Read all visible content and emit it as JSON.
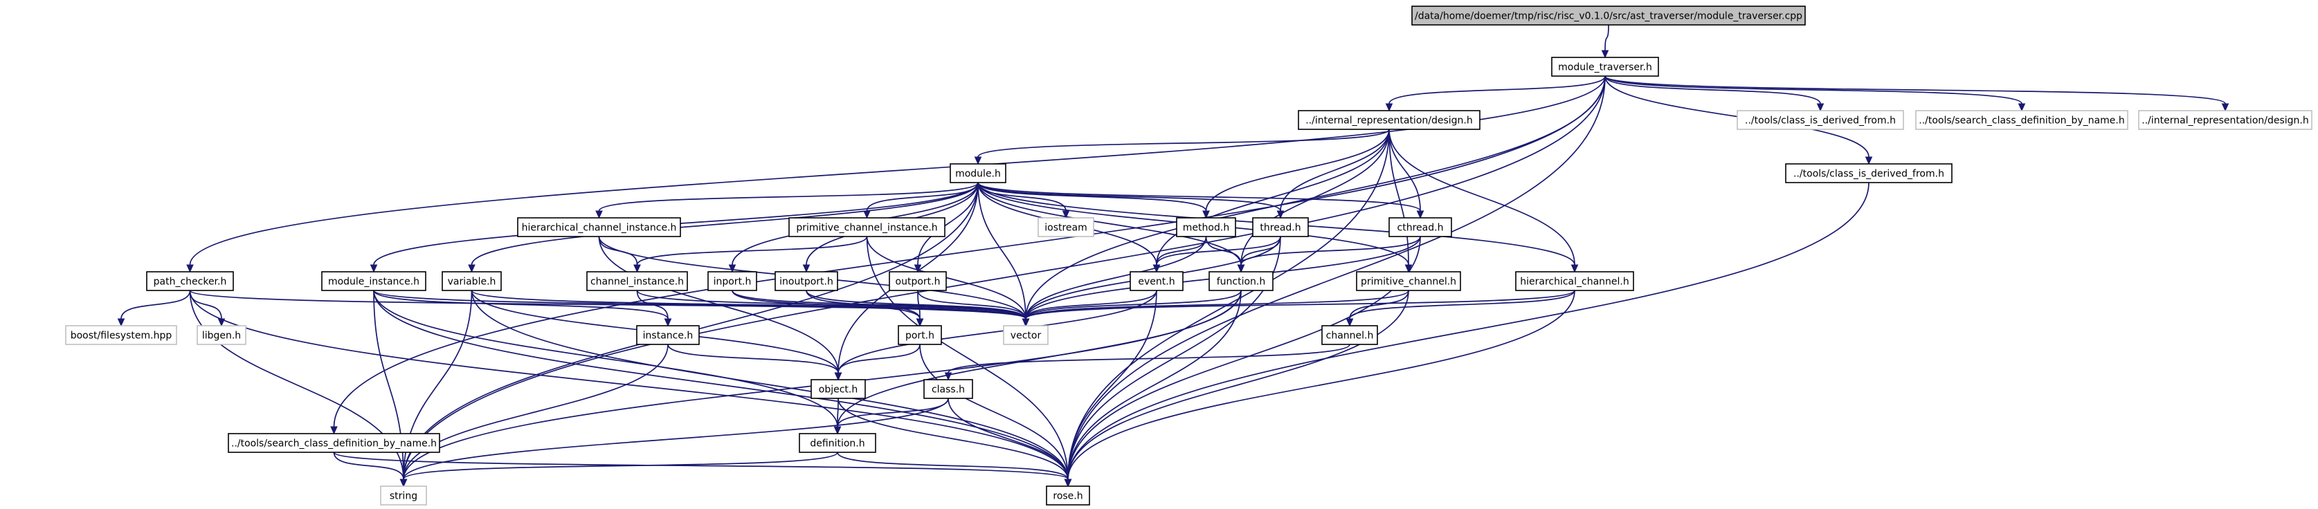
{
  "graph": {
    "nodes": [
      {
        "id": "root",
        "label": "/data/home/doemer/tmp/risc/risc_v0.1.0/src/ast_traverser/module_traverser.cpp",
        "kind": "root"
      },
      {
        "id": "module_traverser_h",
        "label": "module_traverser.h"
      },
      {
        "id": "design_h",
        "label": "../internal_representation/design.h"
      },
      {
        "id": "class_is_derived_ext",
        "label": "../tools/class_is_derived_from.h",
        "kind": "external"
      },
      {
        "id": "search_class_ext",
        "label": "../tools/search_class_definition_by_name.h",
        "kind": "external"
      },
      {
        "id": "design_ext",
        "label": "../internal_representation/design.h",
        "kind": "external"
      },
      {
        "id": "class_is_derived_h",
        "label": "../tools/class_is_derived_from.h"
      },
      {
        "id": "module_h",
        "label": "module.h"
      },
      {
        "id": "hier_chan_inst_h",
        "label": "hierarchical_channel_instance.h"
      },
      {
        "id": "prim_chan_inst_h",
        "label": "primitive_channel_instance.h"
      },
      {
        "id": "iostream",
        "label": "iostream",
        "kind": "external"
      },
      {
        "id": "method_h",
        "label": "method.h"
      },
      {
        "id": "thread_h",
        "label": "thread.h"
      },
      {
        "id": "cthread_h",
        "label": "cthread.h"
      },
      {
        "id": "path_checker_h",
        "label": "path_checker.h"
      },
      {
        "id": "module_instance_h",
        "label": "module_instance.h"
      },
      {
        "id": "variable_h",
        "label": "variable.h"
      },
      {
        "id": "chan_inst_h",
        "label": "channel_instance.h"
      },
      {
        "id": "inport_h",
        "label": "inport.h"
      },
      {
        "id": "inoutport_h",
        "label": "inoutport.h"
      },
      {
        "id": "outport_h",
        "label": "outport.h"
      },
      {
        "id": "event_h",
        "label": "event.h"
      },
      {
        "id": "function_h",
        "label": "function.h"
      },
      {
        "id": "prim_chan_h",
        "label": "primitive_channel.h"
      },
      {
        "id": "hier_chan_h",
        "label": "hierarchical_channel.h"
      },
      {
        "id": "boost_fs",
        "label": "boost/filesystem.hpp",
        "kind": "external"
      },
      {
        "id": "libgen",
        "label": "libgen.h",
        "kind": "external"
      },
      {
        "id": "instance_h",
        "label": "instance.h"
      },
      {
        "id": "port_h",
        "label": "port.h"
      },
      {
        "id": "vector",
        "label": "vector",
        "kind": "external"
      },
      {
        "id": "channel_h",
        "label": "channel.h"
      },
      {
        "id": "object_h",
        "label": "object.h"
      },
      {
        "id": "class_h",
        "label": "class.h"
      },
      {
        "id": "search_class_h",
        "label": "../tools/search_class_definition_by_name.h"
      },
      {
        "id": "definition_h",
        "label": "definition.h"
      },
      {
        "id": "string",
        "label": "string",
        "kind": "external"
      },
      {
        "id": "rose_h",
        "label": "rose.h"
      }
    ],
    "edges": [
      [
        "root",
        "module_traverser_h"
      ],
      [
        "module_traverser_h",
        "design_h"
      ],
      [
        "module_traverser_h",
        "class_is_derived_ext"
      ],
      [
        "module_traverser_h",
        "search_class_ext"
      ],
      [
        "module_traverser_h",
        "design_ext"
      ],
      [
        "module_traverser_h",
        "class_is_derived_h"
      ],
      [
        "module_traverser_h",
        "path_checker_h"
      ],
      [
        "module_traverser_h",
        "search_class_h"
      ],
      [
        "module_traverser_h",
        "string"
      ],
      [
        "module_traverser_h",
        "rose_h"
      ],
      [
        "module_traverser_h",
        "vector"
      ],
      [
        "design_h",
        "module_h"
      ],
      [
        "design_h",
        "method_h"
      ],
      [
        "design_h",
        "thread_h"
      ],
      [
        "design_h",
        "cthread_h"
      ],
      [
        "design_h",
        "event_h"
      ],
      [
        "design_h",
        "function_h"
      ],
      [
        "design_h",
        "prim_chan_h"
      ],
      [
        "design_h",
        "hier_chan_h"
      ],
      [
        "design_h",
        "rose_h"
      ],
      [
        "class_is_derived_h",
        "rose_h"
      ],
      [
        "module_h",
        "hier_chan_inst_h"
      ],
      [
        "module_h",
        "prim_chan_inst_h"
      ],
      [
        "module_h",
        "iostream"
      ],
      [
        "module_h",
        "method_h"
      ],
      [
        "module_h",
        "thread_h"
      ],
      [
        "module_h",
        "cthread_h"
      ],
      [
        "module_h",
        "module_instance_h"
      ],
      [
        "module_h",
        "variable_h"
      ],
      [
        "module_h",
        "inport_h"
      ],
      [
        "module_h",
        "inoutport_h"
      ],
      [
        "module_h",
        "outport_h"
      ],
      [
        "module_h",
        "event_h"
      ],
      [
        "module_h",
        "function_h"
      ],
      [
        "module_h",
        "prim_chan_h"
      ],
      [
        "module_h",
        "hier_chan_h"
      ],
      [
        "module_h",
        "vector"
      ],
      [
        "module_h",
        "string"
      ],
      [
        "module_h",
        "object_h"
      ],
      [
        "hier_chan_inst_h",
        "chan_inst_h"
      ],
      [
        "hier_chan_inst_h",
        "vector"
      ],
      [
        "hier_chan_inst_h",
        "object_h"
      ],
      [
        "prim_chan_inst_h",
        "chan_inst_h"
      ],
      [
        "prim_chan_inst_h",
        "vector"
      ],
      [
        "prim_chan_inst_h",
        "rose_h"
      ],
      [
        "method_h",
        "event_h"
      ],
      [
        "method_h",
        "function_h"
      ],
      [
        "method_h",
        "vector"
      ],
      [
        "thread_h",
        "event_h"
      ],
      [
        "thread_h",
        "function_h"
      ],
      [
        "thread_h",
        "vector"
      ],
      [
        "thread_h",
        "rose_h"
      ],
      [
        "cthread_h",
        "function_h"
      ],
      [
        "cthread_h",
        "vector"
      ],
      [
        "cthread_h",
        "rose_h"
      ],
      [
        "path_checker_h",
        "boost_fs"
      ],
      [
        "path_checker_h",
        "libgen"
      ],
      [
        "path_checker_h",
        "string"
      ],
      [
        "path_checker_h",
        "vector"
      ],
      [
        "path_checker_h",
        "rose_h"
      ],
      [
        "module_instance_h",
        "instance_h"
      ],
      [
        "module_instance_h",
        "definition_h"
      ],
      [
        "module_instance_h",
        "string"
      ],
      [
        "module_instance_h",
        "rose_h"
      ],
      [
        "module_instance_h",
        "vector"
      ],
      [
        "variable_h",
        "string"
      ],
      [
        "variable_h",
        "rose_h"
      ],
      [
        "variable_h",
        "vector"
      ],
      [
        "variable_h",
        "object_h"
      ],
      [
        "chan_inst_h",
        "instance_h"
      ],
      [
        "chan_inst_h",
        "vector"
      ],
      [
        "inport_h",
        "port_h"
      ],
      [
        "inport_h",
        "vector"
      ],
      [
        "inoutport_h",
        "port_h"
      ],
      [
        "inoutport_h",
        "vector"
      ],
      [
        "outport_h",
        "port_h"
      ],
      [
        "outport_h",
        "vector"
      ],
      [
        "event_h",
        "vector"
      ],
      [
        "event_h",
        "rose_h"
      ],
      [
        "event_h",
        "object_h"
      ],
      [
        "function_h",
        "vector"
      ],
      [
        "function_h",
        "rose_h"
      ],
      [
        "function_h",
        "string"
      ],
      [
        "function_h",
        "definition_h"
      ],
      [
        "prim_chan_h",
        "channel_h"
      ],
      [
        "prim_chan_h",
        "rose_h"
      ],
      [
        "prim_chan_h",
        "vector"
      ],
      [
        "hier_chan_h",
        "channel_h"
      ],
      [
        "hier_chan_h",
        "rose_h"
      ],
      [
        "hier_chan_h",
        "vector"
      ],
      [
        "instance_h",
        "object_h"
      ],
      [
        "instance_h",
        "string"
      ],
      [
        "port_h",
        "object_h"
      ],
      [
        "port_h",
        "rose_h"
      ],
      [
        "channel_h",
        "class_h"
      ],
      [
        "class_h",
        "definition_h"
      ],
      [
        "class_h",
        "string"
      ],
      [
        "class_h",
        "rose_h"
      ],
      [
        "object_h",
        "definition_h"
      ],
      [
        "object_h",
        "rose_h"
      ],
      [
        "definition_h",
        "string"
      ],
      [
        "definition_h",
        "rose_h"
      ],
      [
        "search_class_h",
        "string"
      ],
      [
        "search_class_h",
        "rose_h"
      ]
    ]
  }
}
